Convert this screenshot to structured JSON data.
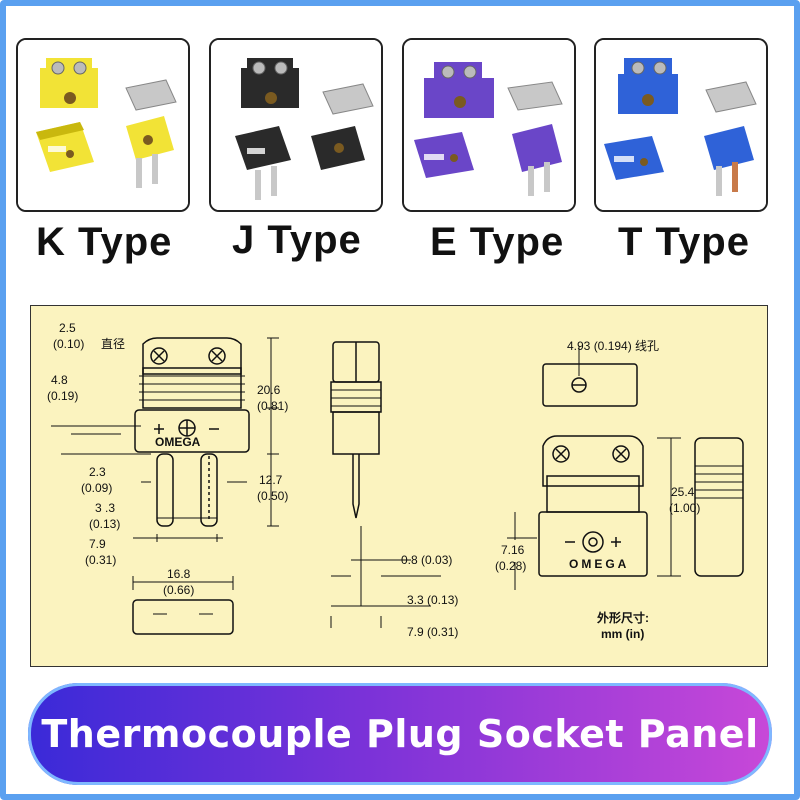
{
  "types": [
    {
      "label": "K Type",
      "color": "#f2e336",
      "dark": "#c9b80e"
    },
    {
      "label": "J Type",
      "color": "#2a2a2a",
      "dark": "#0e0e0e"
    },
    {
      "label": "E Type",
      "color": "#6a46c8",
      "dark": "#4a2a9a"
    },
    {
      "label": "T Type",
      "color": "#2f62d8",
      "dark": "#1a3e9a"
    }
  ],
  "drawing": {
    "dim_hole_value": "2.5",
    "dim_hole_in": "(0.10)",
    "dim_hole_note": "直径",
    "dim_a_value": "4.8",
    "dim_a_in": "(0.19)",
    "dim_b_value": "2.3",
    "dim_b_in": "(0.09)",
    "dim_c_value": "3 .3",
    "dim_c_in": "(0.13)",
    "dim_d_value": "7.9",
    "dim_d_in": "(0.31)",
    "dim_e_value": "16.8",
    "dim_e_in": "(0.66)",
    "dim_f_value": "20.6",
    "dim_f_in": "(0.81)",
    "dim_g_value": "12.7",
    "dim_g_in": "(0.50)",
    "side_pin": "0.8 (0.03)",
    "side_mid": "3.3 (0.13)",
    "side_width": "7.9 (0.31)",
    "wire_hole": "4.93 (0.194)  线孔",
    "socket_h_value": "25.4",
    "socket_h_in": "(1.00)",
    "socket_b_value": "7.16",
    "socket_b_in": "(0.28)",
    "brand": "OMEGA",
    "unit_note_1": "外形尺寸:",
    "unit_note_2": "mm (in)"
  },
  "banner": {
    "text": "Thermocouple Plug Socket Panel"
  }
}
